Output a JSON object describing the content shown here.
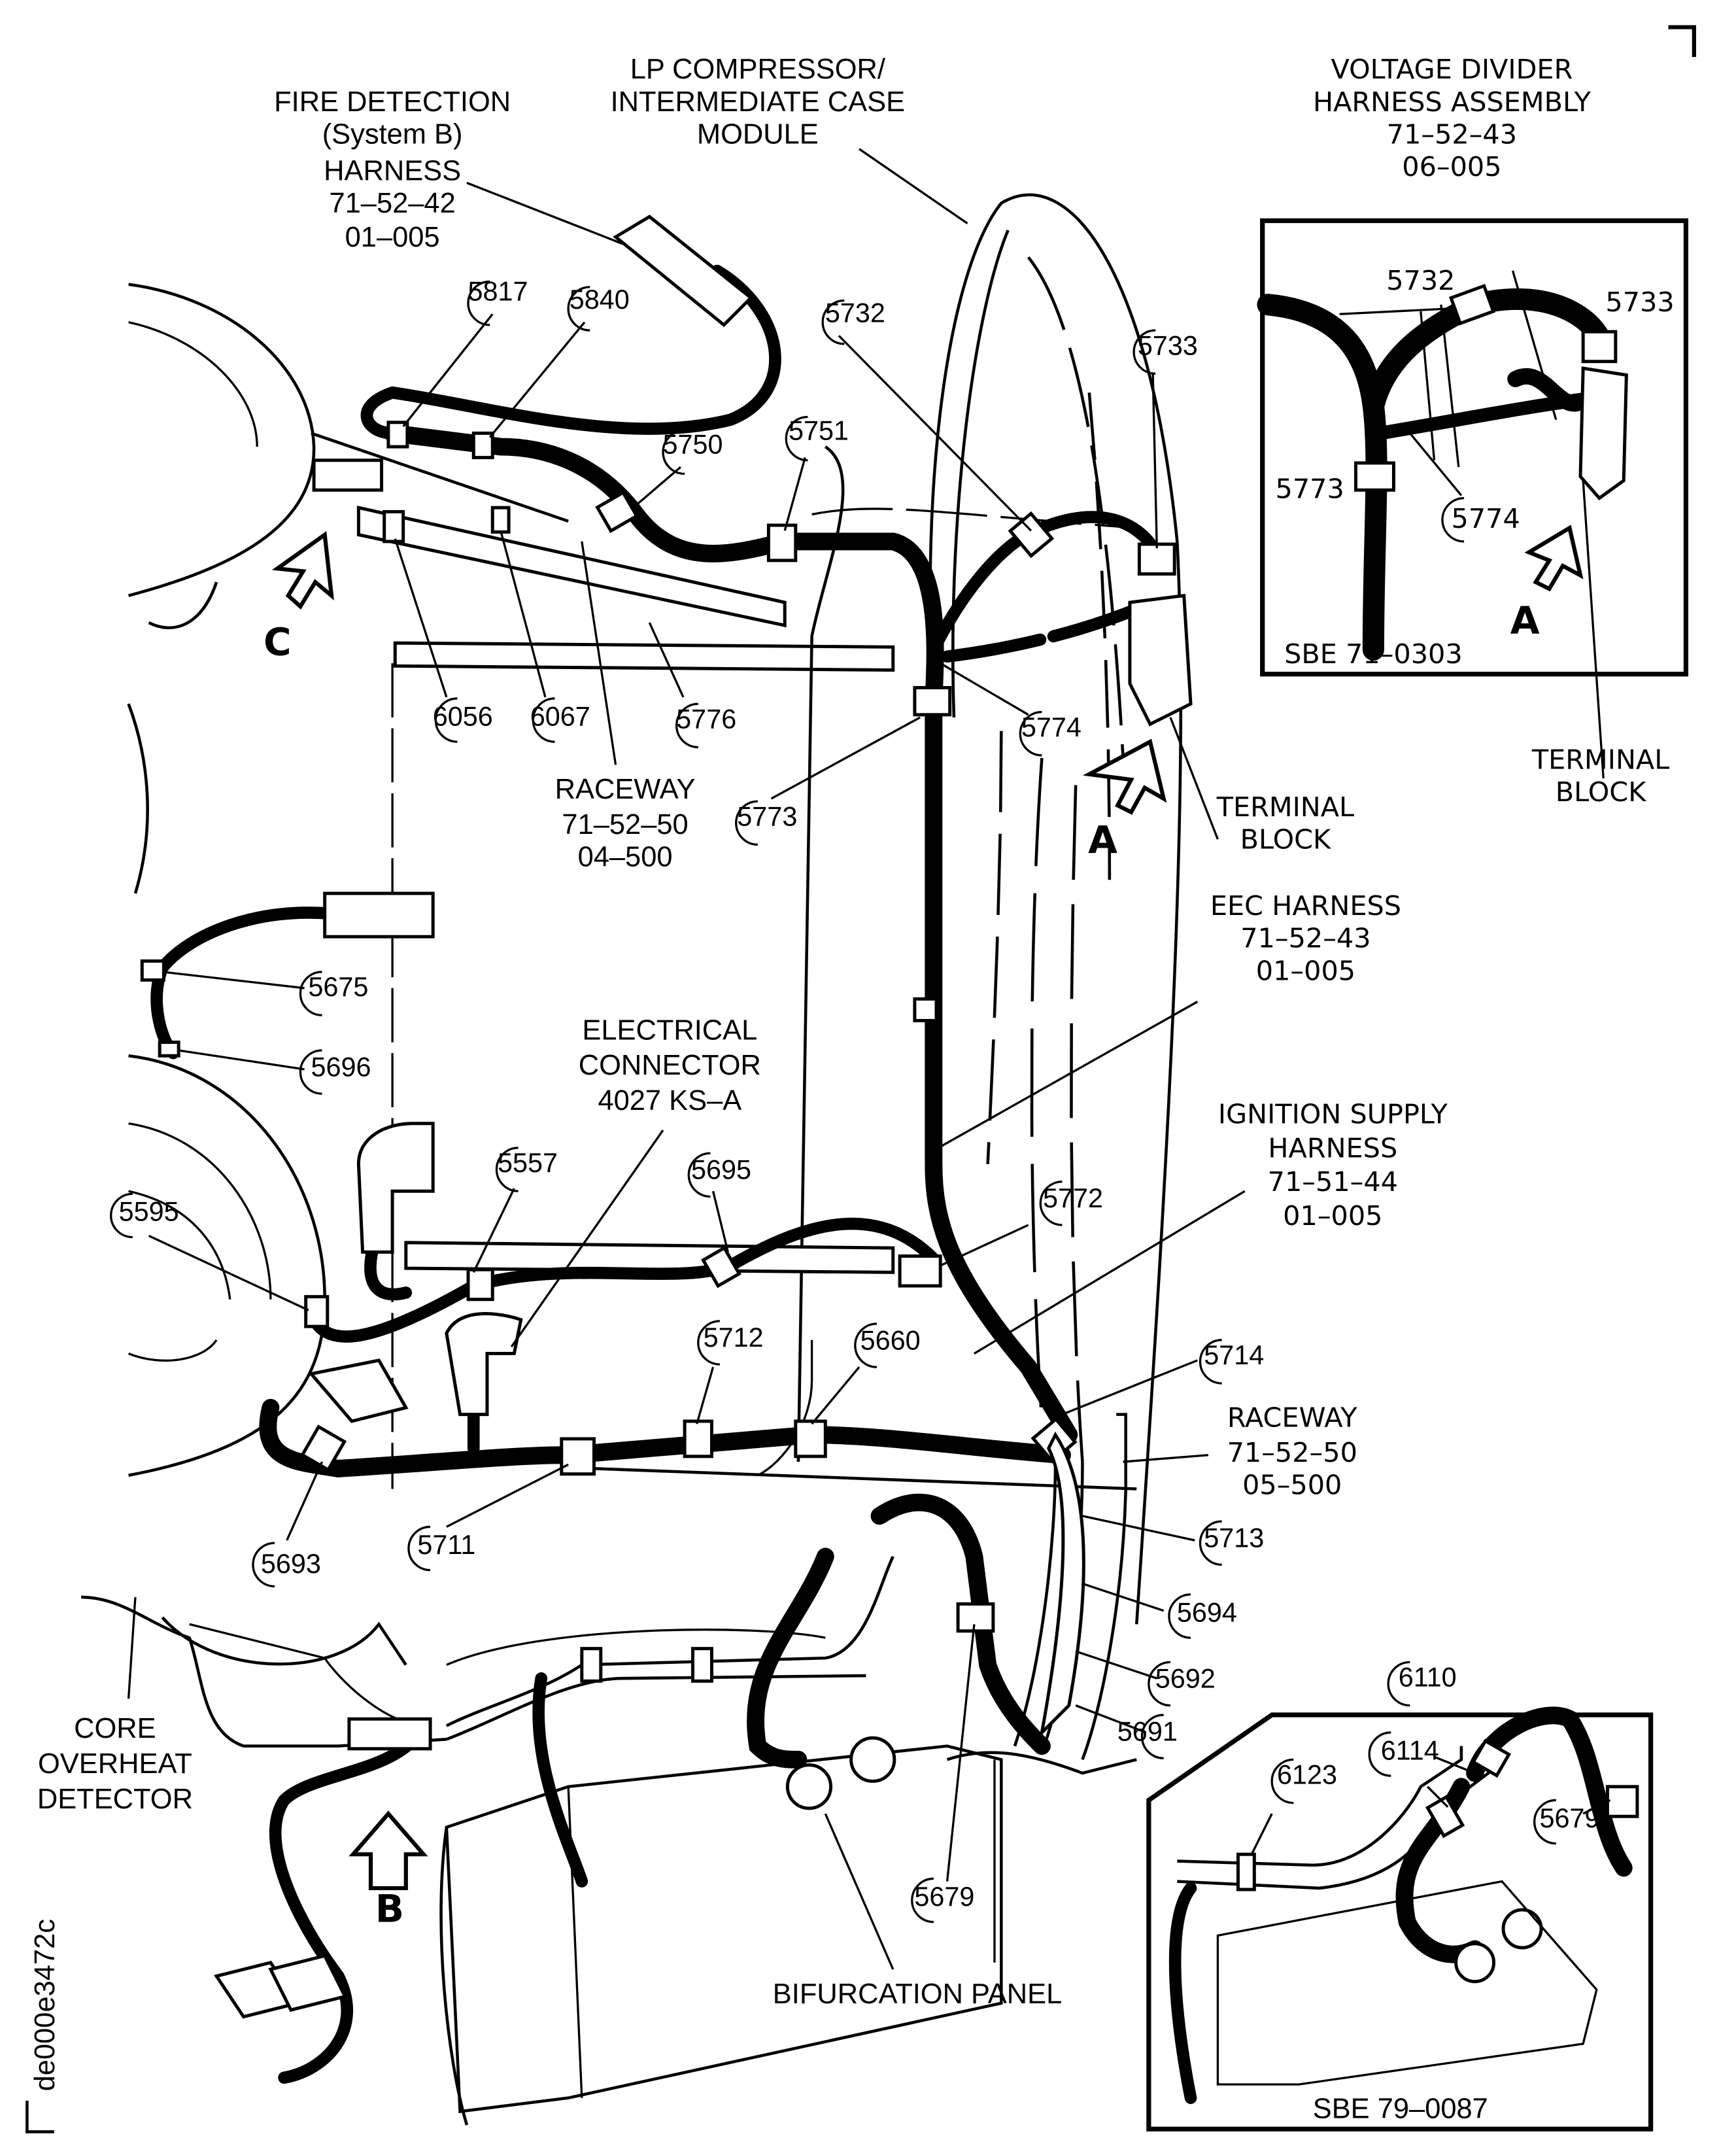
{
  "figure_id": "de000e3472c",
  "labels": {
    "fire_detection": [
      "FIRE DETECTION",
      "(System B)",
      "HARNESS",
      "71–52–42",
      "01–005"
    ],
    "lp_compressor": [
      "LP COMPRESSOR/",
      "INTERMEDIATE CASE",
      "MODULE"
    ],
    "voltage_divider": [
      "VOLTAGE DIVIDER",
      "HARNESS ASSEMBLY",
      "71–52–43",
      "06–005"
    ],
    "raceway_upper": [
      "RACEWAY",
      "71–52–50",
      "04–500"
    ],
    "terminal_block_main": [
      "TERMINAL",
      "BLOCK"
    ],
    "terminal_block_inset": [
      "TERMINAL",
      "BLOCK"
    ],
    "eec_harness": [
      "EEC HARNESS",
      "71–52–43",
      "01–005"
    ],
    "electrical_connector": [
      "ELECTRICAL",
      "CONNECTOR",
      "4027 KS–A"
    ],
    "ignition_supply": [
      "IGNITION SUPPLY",
      "HARNESS",
      "71–51–44",
      "01–005"
    ],
    "raceway_lower": [
      "RACEWAY",
      "71–52–50",
      "05–500"
    ],
    "core_overheat": [
      "CORE",
      "OVERHEAT",
      "DETECTOR"
    ],
    "bifurcation_panel": "BIFURCATION PANEL"
  },
  "view_arrows": {
    "a_main": "A",
    "a_inset": "A",
    "b": "B",
    "c": "C"
  },
  "insets": {
    "upper": {
      "sbe": "SBE 71–0303",
      "callouts": {
        "c5732": "5732",
        "c5733": "5733",
        "c5773": "5773",
        "c5774": "5774"
      }
    },
    "lower": {
      "sbe": "SBE 79–0087",
      "callouts": {
        "c6110": "6110",
        "c6114": "6114",
        "c6123": "6123",
        "c5679": "5679"
      }
    }
  },
  "callouts": {
    "c5817": "5817",
    "c5840": "5840",
    "c5732": "5732",
    "c5733": "5733",
    "c5750": "5750",
    "c5751": "5751",
    "c6056": "6056",
    "c6067": "6067",
    "c5776": "5776",
    "c5774": "5774",
    "c5773": "5773",
    "c5675": "5675",
    "c5696": "5696",
    "c5557": "5557",
    "c5695": "5695",
    "c5595": "5595",
    "c5772": "5772",
    "c5712": "5712",
    "c5660": "5660",
    "c5714": "5714",
    "c5693": "5693",
    "c5711": "5711",
    "c5713": "5713",
    "c5694": "5694",
    "c5692": "5692",
    "c5691": "5691",
    "c5679": "5679"
  }
}
